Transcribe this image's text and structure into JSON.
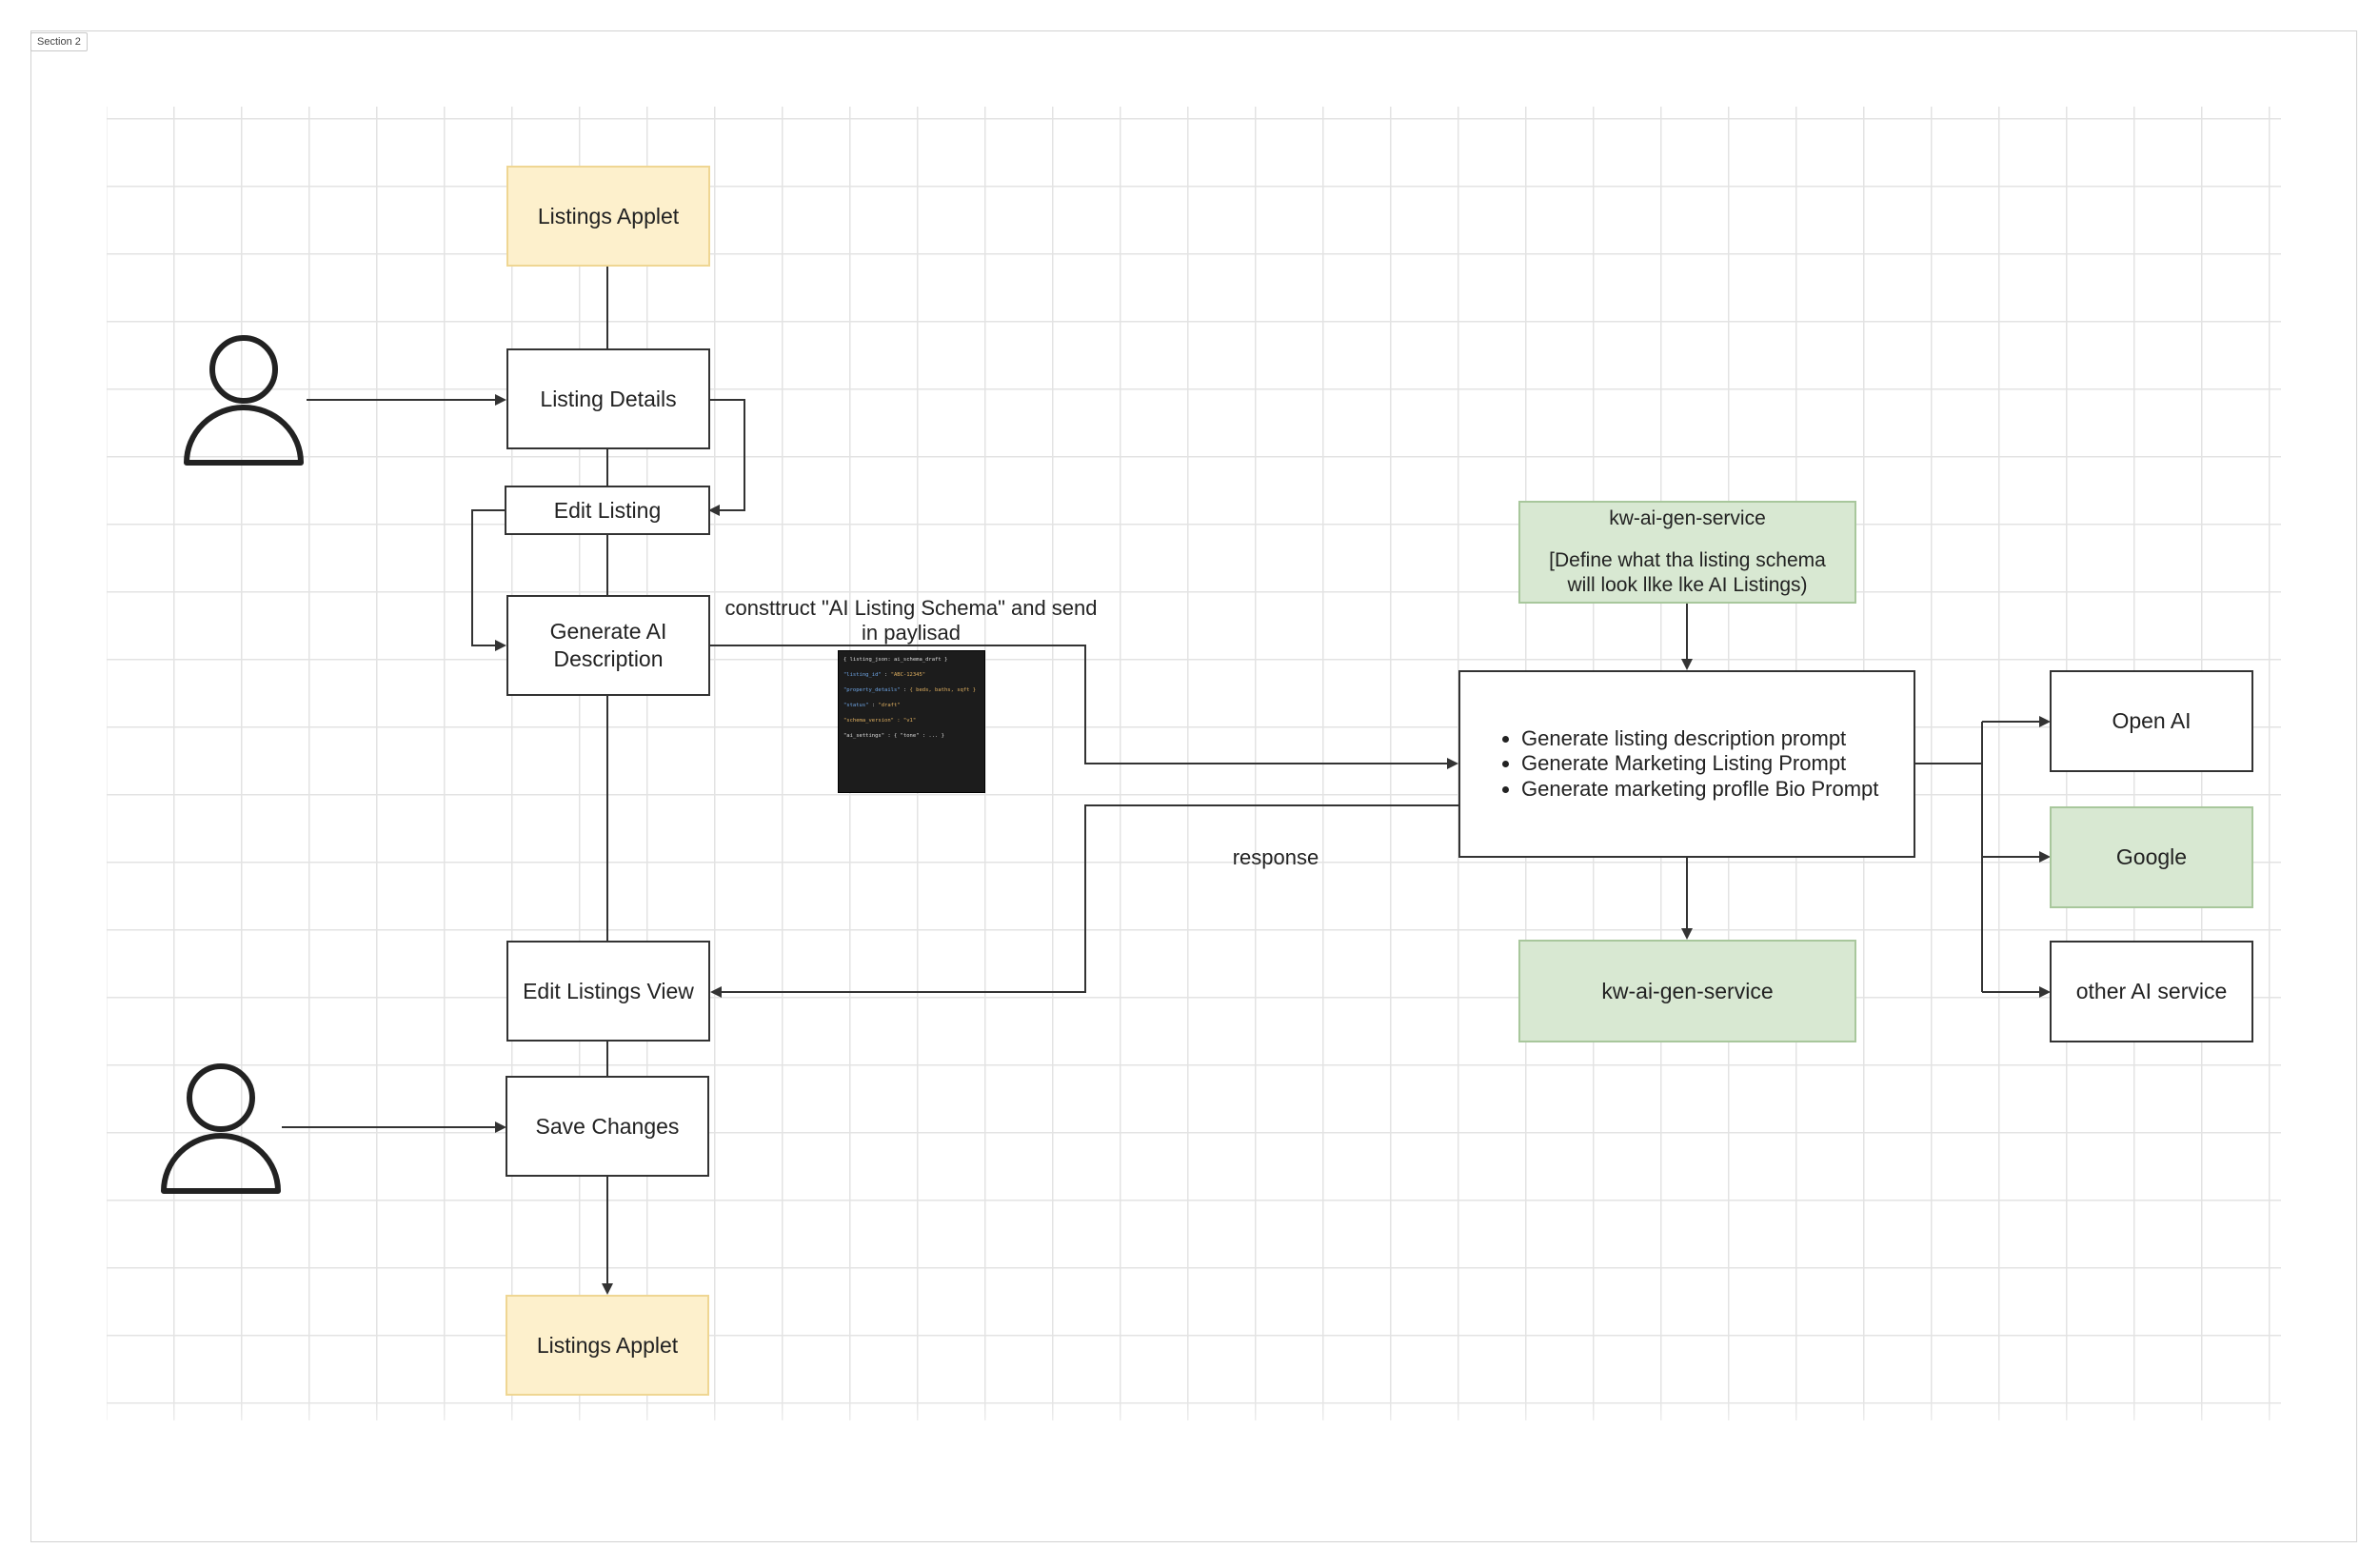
{
  "section_tag": "Section 2",
  "nodes": {
    "listings_applet_top": "Listings Applet",
    "listing_details": "Listing Details",
    "edit_listing": "Edit Listing",
    "generate_ai_description": "Generate AI Description",
    "edit_listings_view": "Edit Listings View",
    "save_changes": "Save Changes",
    "listings_applet_bottom": "Listings Applet",
    "kw_ai_gen_service_top": "kw-ai-gen-service",
    "kw_ai_gen_service_top_note": "[Define what tha listing schema will look llke lke AI Listings)",
    "prompts": [
      "Generate listing description prompt",
      "Generate Marketing Listing Prompt",
      "Generate marketing proflle Bio Prompt"
    ],
    "kw_ai_gen_service_bottom": "kw-ai-gen-service",
    "open_ai": "Open AI",
    "google": "Google",
    "other_ai_service": "other AI service"
  },
  "edge_labels": {
    "construct_payload": "consttruct \"AI Listing Schema\" and send in paylisad",
    "response": "response"
  },
  "icons": {
    "user_top": "user-icon",
    "user_bottom": "user-icon"
  },
  "colors": {
    "yellow_fill": "#fdf0cc",
    "green_fill": "#d8e8d2",
    "line": "#333333"
  }
}
